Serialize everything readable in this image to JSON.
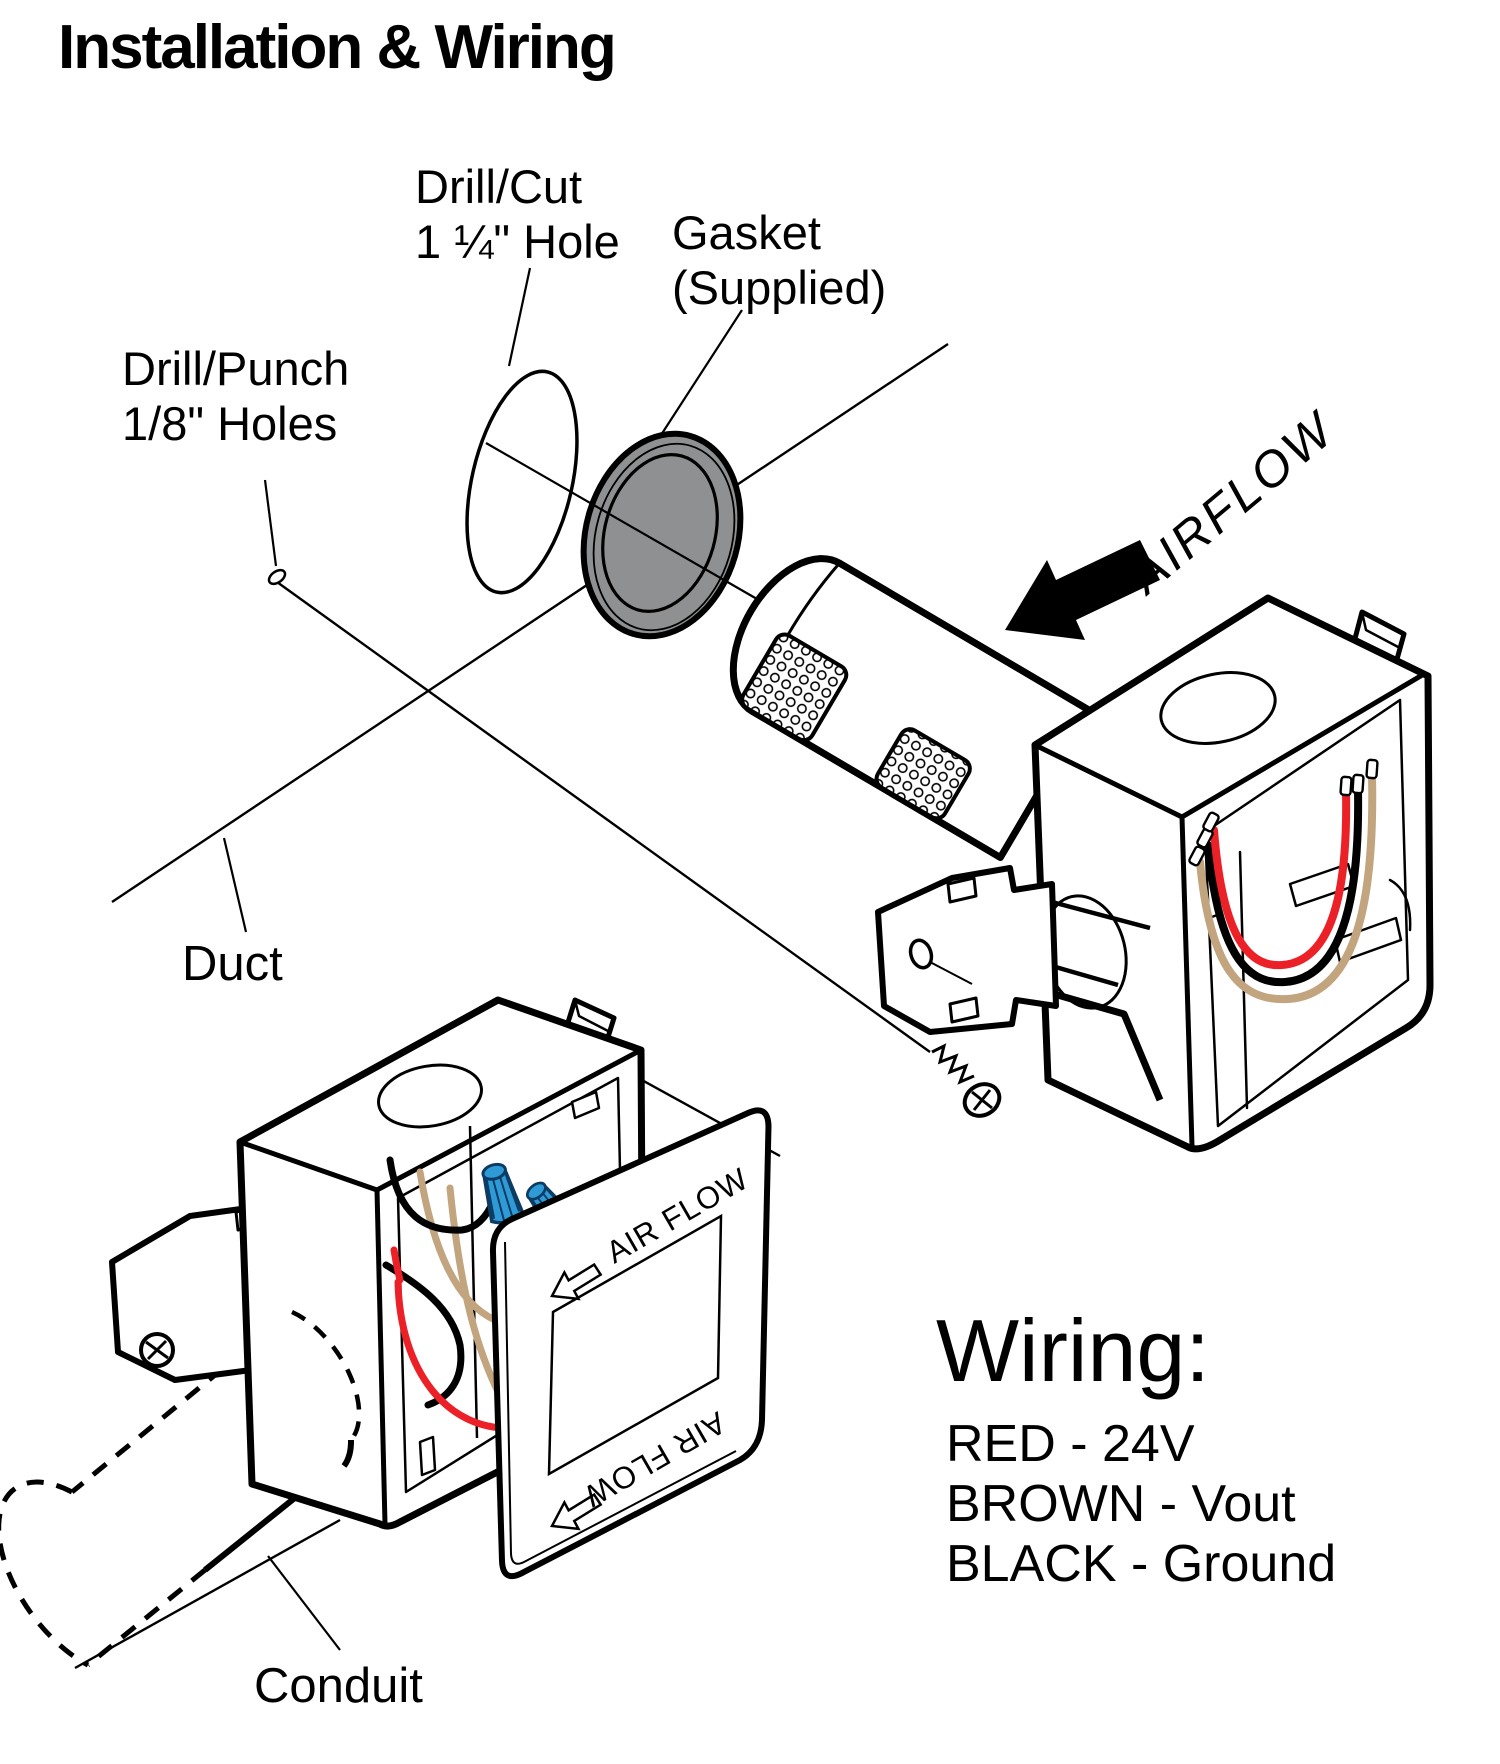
{
  "title": "Installation & Wiring",
  "callouts": {
    "drill_cut": "Drill/Cut\n1 ¼\" Hole",
    "gasket": "Gasket\n(Supplied)",
    "drill_punch": "Drill/Punch\n1/8\" Holes",
    "duct": "Duct",
    "conduit": "Conduit"
  },
  "annotations": {
    "airflow_direction": "AIRFLOW",
    "faceplate_top": "AIR FLOW",
    "faceplate_bottom": "AIR FLOW"
  },
  "wiring_legend": {
    "heading": "Wiring:",
    "entries": [
      "RED - 24V",
      "BROWN - Vout",
      "BLACK - Ground"
    ]
  },
  "colors": {
    "line": "#000000",
    "red_wire": "#EC2027",
    "brown_wire": "#C2A47E",
    "black_wire": "#000000",
    "wire_nut": "#2E9BD6",
    "wire_nut_outline": "#0C3C63",
    "gasket_fill": "#8F9091"
  }
}
